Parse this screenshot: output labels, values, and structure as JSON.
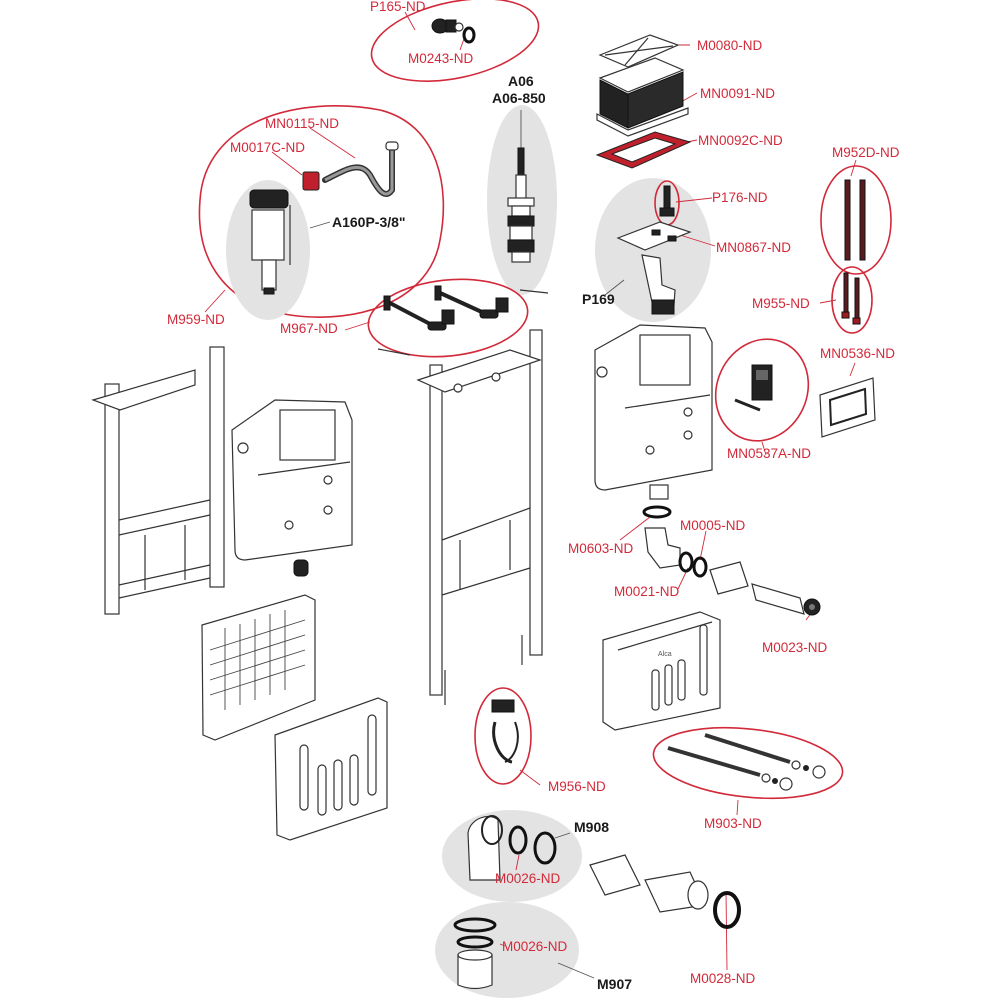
{
  "title": "Exploded parts diagram — concealed cistern installation frame",
  "colors": {
    "label_red": "#d22a3a",
    "label_black": "#1a1a1a",
    "group_ring": "#d22a3a",
    "group_shade": "#e3e3e3",
    "part_accent": "#c0202c",
    "line_art": "#333333"
  },
  "labels": {
    "p165": "P165-ND",
    "m0243": "M0243-ND",
    "a06": "A06",
    "a06_850": "A06-850",
    "m0080": "M0080-ND",
    "mn0091": "MN0091-ND",
    "mn0092c": "MN0092C-ND",
    "mn0115": "MN0115-ND",
    "m0017c": "M0017C-ND",
    "a160p": "A160P-3/8\"",
    "m959": "M959-ND",
    "p176": "P176-ND",
    "mn0867": "MN0867-ND",
    "p169": "P169",
    "m952d": "M952D-ND",
    "m955": "M955-ND",
    "m967": "M967-ND",
    "mn0536": "MN0536-ND",
    "mn0537a": "MN0537A-ND",
    "m0603": "M0603-ND",
    "m0005": "M0005-ND",
    "m0021": "M0021-ND",
    "m0023": "M0023-ND",
    "m956": "M956-ND",
    "m903": "M903-ND",
    "m908": "M908",
    "m0026_a": "M0026-ND",
    "m0026_b": "M0026-ND",
    "m907": "M907",
    "m0028": "M0028-ND"
  },
  "brand_mark": "Alca"
}
